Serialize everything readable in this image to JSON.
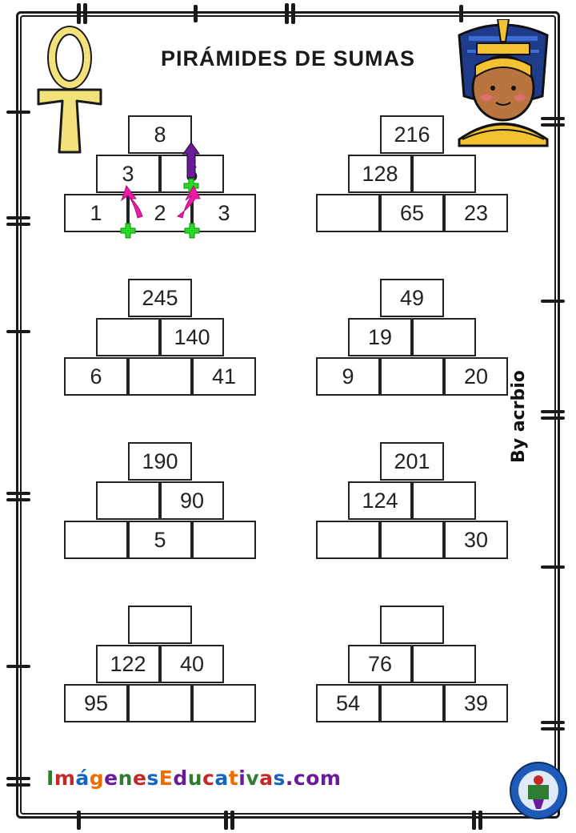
{
  "title": "PIRÁMIDES DE SUMAS",
  "byline": "By acrbio",
  "site": {
    "parts": [
      {
        "text": "I",
        "color": "#2e7d32"
      },
      {
        "text": "m",
        "color": "#c62828"
      },
      {
        "text": "á",
        "color": "#1565c0"
      },
      {
        "text": "g",
        "color": "#ef6c00"
      },
      {
        "text": "e",
        "color": "#6a1b9a"
      },
      {
        "text": "n",
        "color": "#2e7d32"
      },
      {
        "text": "e",
        "color": "#c62828"
      },
      {
        "text": "s",
        "color": "#1565c0"
      },
      {
        "text": "E",
        "color": "#ef6c00"
      },
      {
        "text": "d",
        "color": "#6a1b9a"
      },
      {
        "text": "u",
        "color": "#2e7d32"
      },
      {
        "text": "c",
        "color": "#c62828"
      },
      {
        "text": "a",
        "color": "#1565c0"
      },
      {
        "text": "t",
        "color": "#ef6c00"
      },
      {
        "text": "i",
        "color": "#6a1b9a"
      },
      {
        "text": "v",
        "color": "#2e7d32"
      },
      {
        "text": "a",
        "color": "#c62828"
      },
      {
        "text": "s",
        "color": "#1565c0"
      },
      {
        "text": ".com",
        "color": "#6a1b9a"
      }
    ]
  },
  "colors": {
    "arrow_up": "#6a1b9a",
    "arrow_side": "#ec1aa6",
    "plus": "#22dd22",
    "ankh": "#f3e27a",
    "border": "#1a1a1a"
  },
  "pyramids": [
    {
      "top": [
        "8"
      ],
      "middle": [
        "3",
        "5"
      ],
      "bottom": [
        "1",
        "2",
        "3"
      ],
      "example": true
    },
    {
      "top": [
        "216"
      ],
      "middle": [
        "128",
        ""
      ],
      "bottom": [
        "",
        "65",
        "23"
      ]
    },
    {
      "top": [
        "245"
      ],
      "middle": [
        "",
        "140"
      ],
      "bottom": [
        "6",
        "",
        "41"
      ]
    },
    {
      "top": [
        "49"
      ],
      "middle": [
        "19",
        ""
      ],
      "bottom": [
        "9",
        "",
        "20"
      ]
    },
    {
      "top": [
        "190"
      ],
      "middle": [
        "",
        "90"
      ],
      "bottom": [
        "",
        "5",
        ""
      ]
    },
    {
      "top": [
        "201"
      ],
      "middle": [
        "124",
        ""
      ],
      "bottom": [
        "",
        "",
        "30"
      ]
    },
    {
      "top": [
        ""
      ],
      "middle": [
        "122",
        "40"
      ],
      "bottom": [
        "95",
        "",
        ""
      ]
    },
    {
      "top": [
        ""
      ],
      "middle": [
        "76",
        ""
      ],
      "bottom": [
        "54",
        "",
        "39"
      ]
    }
  ]
}
